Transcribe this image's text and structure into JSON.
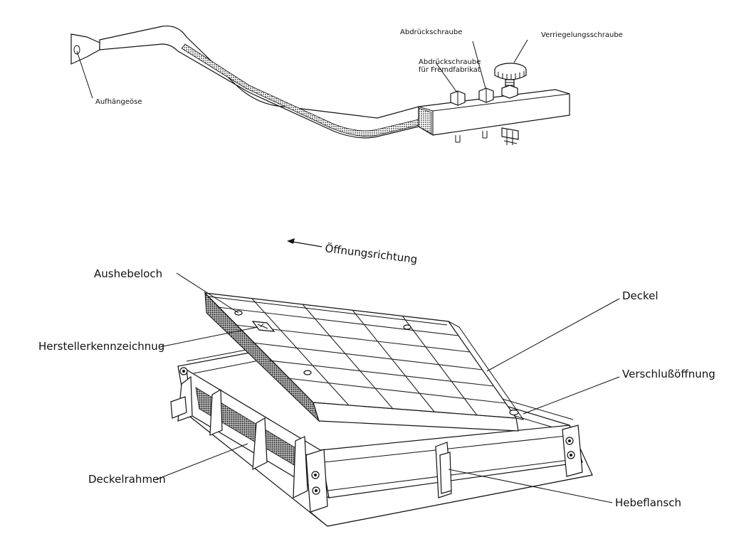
{
  "labels": {
    "aufhaengeoese": "Aufhängeöse",
    "abdrueckschraube": "Abdrückschraube",
    "abdrueckschraube_fremd_line1": "Abdrückschraube",
    "abdrueckschraube_fremd_line2": "für Fremdfabrikat",
    "verriegelungsschraube": "Verriegelungsschraube",
    "oeffnungsrichtung": "Öffnungsrichtung",
    "aushebeloch": "Aushebeloch",
    "herstellerkennzeichnung": "Herstellerkennzeichnug",
    "deckel": "Deckel",
    "verschlussoeffnung": "Verschlußöffnung",
    "deckelrahmen": "Deckelrahmen",
    "hebeflansch": "Hebeflansch"
  },
  "colors": {
    "line": "#111111",
    "hatch": "#555555",
    "background": "#ffffff"
  }
}
